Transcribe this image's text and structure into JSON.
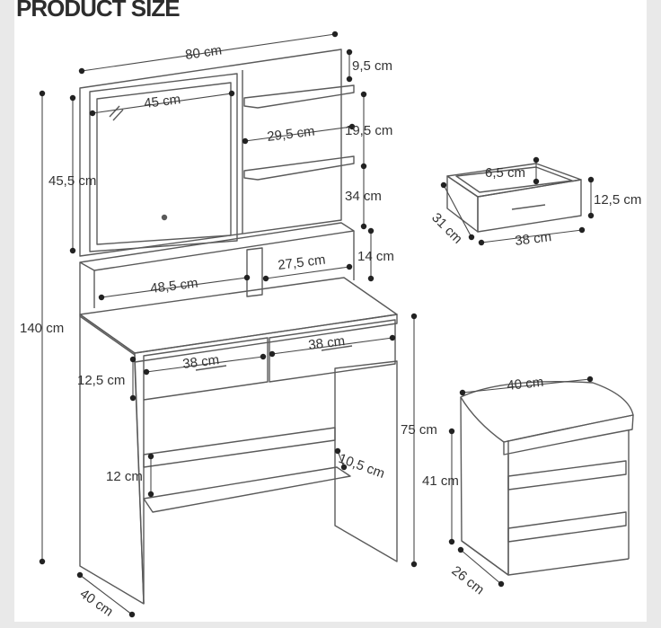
{
  "title": "PRODUCT SIZE",
  "colors": {
    "line": "#5a5a5a",
    "dim": "#333333",
    "dot": "#222222",
    "background": "#e9e9e9",
    "sheet": "#ffffff"
  },
  "dimensions": {
    "vanity_width": "80 cm",
    "shelf_top_gap": "9,5 cm",
    "mirror_width": "45 cm",
    "mirror_height": "45,5 cm",
    "shelf_width": "29,5 cm",
    "shelf_gap_1": "19,5 cm",
    "shelf_gap_2": "34 cm",
    "shelf_gap_3": "14 cm",
    "lower_shelf_width": "27,5 cm",
    "base_shelf_width": "48,5 cm",
    "total_height": "140 cm",
    "drawer_left_width": "38 cm",
    "drawer_right_width": "38 cm",
    "drawer_height": "12,5 cm",
    "desk_height": "75 cm",
    "foot_shelf_gap": "12 cm",
    "foot_shelf_depth": "10,5 cm",
    "depth": "40 cm",
    "drawer_detail_inner": "6,5 cm",
    "drawer_detail_height": "12,5 cm",
    "drawer_detail_depth": "31 cm",
    "drawer_detail_width": "38 cm",
    "stool_width": "40 cm",
    "stool_height": "41 cm",
    "stool_depth": "26 cm"
  }
}
